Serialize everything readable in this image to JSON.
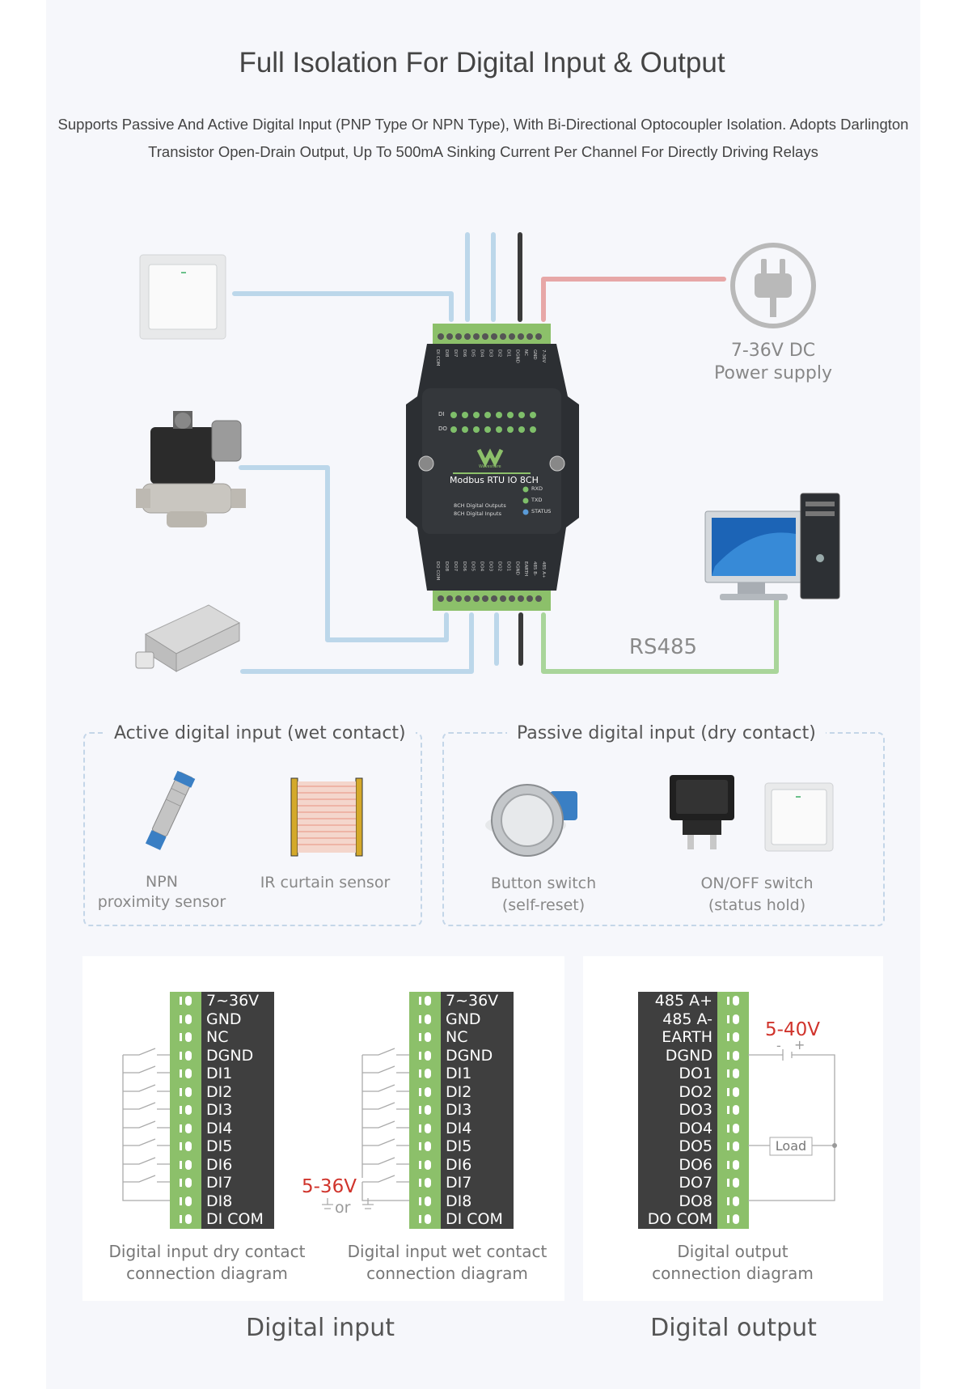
{
  "header": {
    "title": "Full Isolation For Digital Input & Output",
    "subtitle_line1": "Supports Passive And Active Digital Input (PNP Type Or NPN Type), With Bi-Directional Optocoupler Isolation. Adopts Darlington",
    "subtitle_line2": "Transistor Open-Drain Output, Up To 500mA Sinking Current Per Channel For Directly Driving Relays"
  },
  "device": {
    "model": "Modbus RTU IO 8CH",
    "brand": "Waveshare",
    "feature1": "8CH Digital Outputs",
    "feature2": "8CH Digital Inputs",
    "led_rxd": "RXD",
    "led_txd": "TXD",
    "led_status": "STATUS",
    "row_di": "DI",
    "row_do": "DO",
    "top_terminals": [
      "DI COM",
      "DI8",
      "DI7",
      "DI6",
      "DI5",
      "DI4",
      "DI3",
      "DI2",
      "DI1",
      "DGND",
      "NC",
      "GND",
      "7-36V"
    ],
    "bottom_terminals": [
      "DO COM",
      "DO8",
      "DO7",
      "DO6",
      "DO5",
      "DO4",
      "DO3",
      "DO2",
      "DO1",
      "DGND",
      "EARTH",
      "485 B-",
      "485 A+"
    ]
  },
  "power": {
    "line1": "7-36V DC",
    "line2": "Power supply"
  },
  "rs485_label": "RS485",
  "active_box": {
    "title": "Active digital input (wet contact)",
    "item1_line1": "NPN",
    "item1_line2": "proximity sensor",
    "item2": "IR curtain sensor"
  },
  "passive_box": {
    "title": "Passive digital input (dry contact)",
    "item1_line1": "Button switch",
    "item1_line2": "(self-reset)",
    "item2_line1": "ON/OFF switch",
    "item2_line2": "(status hold)"
  },
  "input_terminals": [
    "7~36V",
    "GND",
    "NC",
    "DGND",
    "DI1",
    "DI2",
    "DI3",
    "DI4",
    "DI5",
    "DI6",
    "DI7",
    "DI8",
    "DI COM"
  ],
  "input_terminals_wet": [
    "7~36V",
    "GND",
    "NC",
    "DGND",
    "DI1",
    "DI2",
    "DI3",
    "DI4",
    "DI5",
    "DI6",
    "DI7",
    "DI8",
    "DI COM"
  ],
  "output_terminals": [
    "485 A+",
    "485 A-",
    "EARTH",
    "DGND",
    "DO1",
    "DO2",
    "DO3",
    "DO4",
    "DO5",
    "DO6",
    "DO7",
    "DO8",
    "DO COM"
  ],
  "diagrams": {
    "dry_caption_line1": "Digital input dry contact",
    "dry_caption_line2": "connection diagram",
    "wet_caption_line1": "Digital input wet contact",
    "wet_caption_line2": "connection diagram",
    "wet_voltage": "5-36V",
    "wet_or": "or",
    "out_caption_line1": "Digital output",
    "out_caption_line2": "connection diagram",
    "out_voltage": "5-40V",
    "load_label": "Load",
    "minus": "-",
    "plus": "+"
  },
  "footer": {
    "left": "Digital input",
    "right": "Digital output"
  },
  "colors": {
    "blue_wire": "#bcd7ea",
    "red_wire": "#e7a7a7",
    "green_wire": "#a9d59a",
    "terminal_green": "#8cc06a",
    "terminal_dark": "#3f3f3f",
    "voltage_red": "#d0342c"
  }
}
